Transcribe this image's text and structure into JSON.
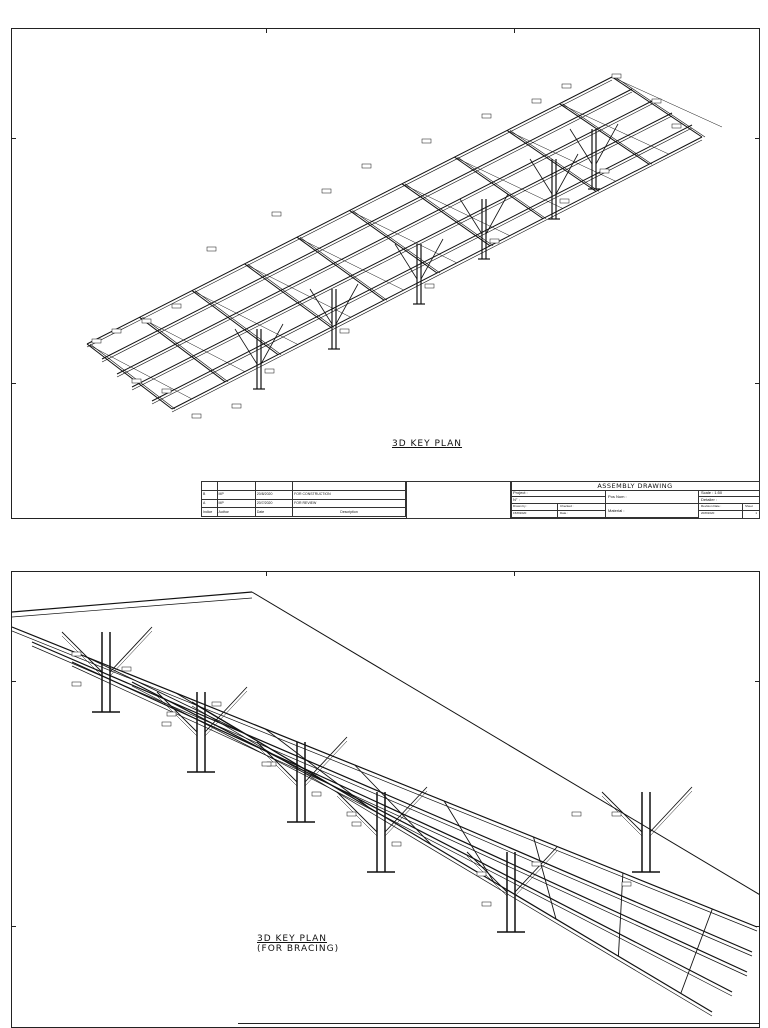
{
  "sheet1": {
    "title": "3D KEY PLAN",
    "revisions": [
      {
        "rev": "",
        "author": "",
        "date": "",
        "description": ""
      },
      {
        "rev": "B",
        "author": "MP",
        "date": "20/8/2020",
        "description": "FOR CONSTRUCTION"
      },
      {
        "rev": "A",
        "author": "MP",
        "date": "20/7/2020",
        "description": "FOR REVIEW"
      }
    ],
    "revision_header": {
      "rev": "Indice",
      "author": "Author",
      "date": "Date",
      "description": "Description"
    },
    "title_block": {
      "heading": "ASSEMBLY DRAWING",
      "project": "Project :",
      "number": "N° :",
      "pos_num": "Pos Num :",
      "material": "Material :",
      "scale": "Scale :    1:50",
      "detailer": "Detailer :",
      "drawn_by": "Drawn by :",
      "checked": "Checked :",
      "date_label": "Date :",
      "date_value": "15/8/2020",
      "revision_date": "Revision Date :",
      "revision_date_value": "20/8/2020",
      "sheet": "Sheet",
      "sheet_value": "1"
    }
  },
  "sheet2": {
    "title_line1": "3D KEY PLAN",
    "title_line2": "(FOR BRACING)"
  }
}
